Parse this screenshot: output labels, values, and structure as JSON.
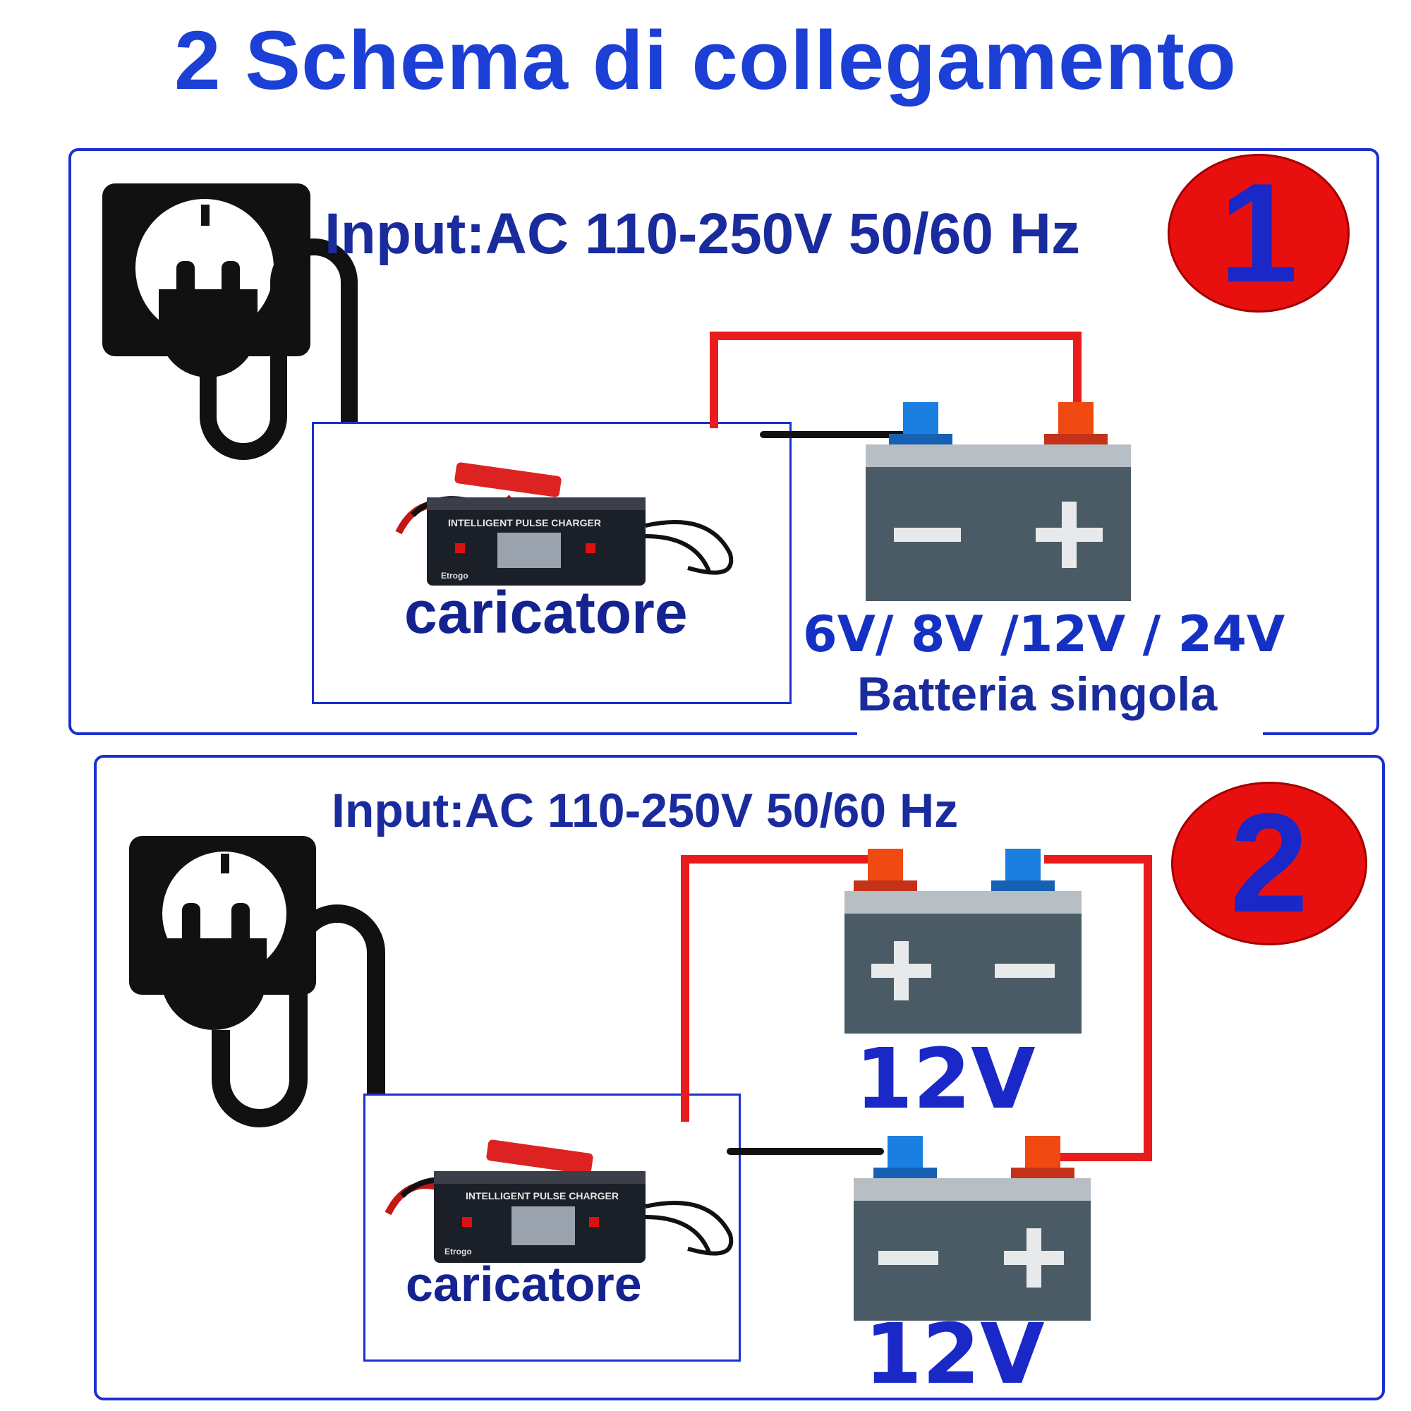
{
  "title": "2 Schema di collegamento",
  "panel1": {
    "badge": "1",
    "input_label": "Input:AC 110-250V 50/60 Hz",
    "charger_label": "caricatore",
    "charger_device": {
      "header": "INTELLIGENT PULSE CHARGER",
      "brand": "Etrogo"
    },
    "voltages": "6V/ 8V /12V / 24V",
    "battery_caption": "Batteria singola"
  },
  "panel2": {
    "badge": "2",
    "input_label": "Input:AC 110-250V  50/60 Hz",
    "charger_label": "caricatore",
    "charger_device": {
      "header": "INTELLIGENT PULSE CHARGER",
      "brand": "Etrogo"
    },
    "battery_top_label": "12V",
    "battery_bottom_label": "12V"
  },
  "colors": {
    "accent_blue": "#1c3fd6",
    "wire_red": "#e81c1c",
    "wire_black": "#111111",
    "battery_body": "#4b5b66",
    "battery_top": "#b7bec4",
    "terminal_blue": "#1a7fe0",
    "terminal_red": "#f04a12",
    "badge_red": "#e8100f"
  }
}
